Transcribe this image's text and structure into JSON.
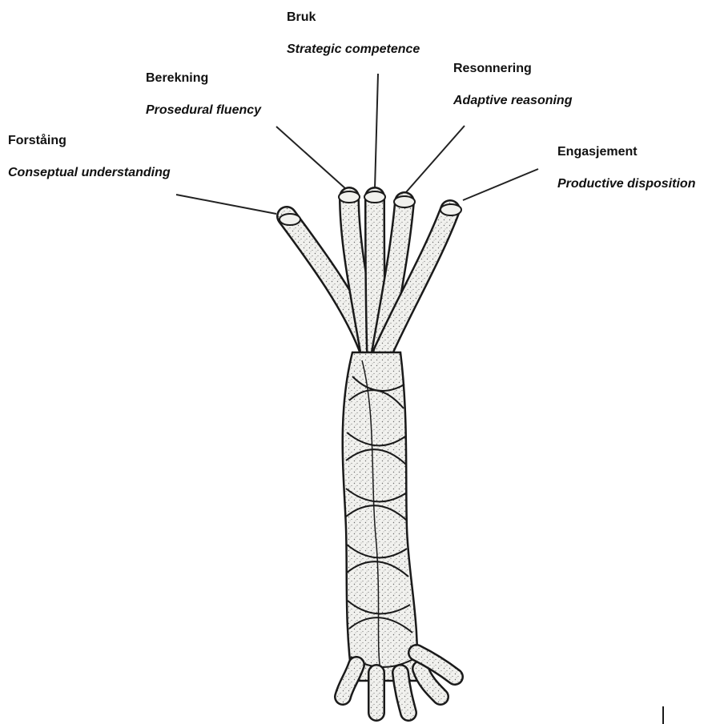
{
  "strands": [
    {
      "id": "forstaing",
      "label_no": "Forståing",
      "label_en": "Conseptual understanding"
    },
    {
      "id": "berekning",
      "label_no": "Berekning",
      "label_en": "Prosedural fluency"
    },
    {
      "id": "bruk",
      "label_no": "Bruk",
      "label_en": "Strategic competence"
    },
    {
      "id": "resonnering",
      "label_no": "Resonnering",
      "label_en": "Adaptive reasoning"
    },
    {
      "id": "engasjement",
      "label_no": "Engasjement",
      "label_en": "Productive disposition"
    }
  ],
  "colors": {
    "background": "#ffffff",
    "rope_fill": "#f1f1ee",
    "rope_outline": "#1a1a1a",
    "rope_stipple": "#6d6d6d",
    "text": "#111111"
  }
}
